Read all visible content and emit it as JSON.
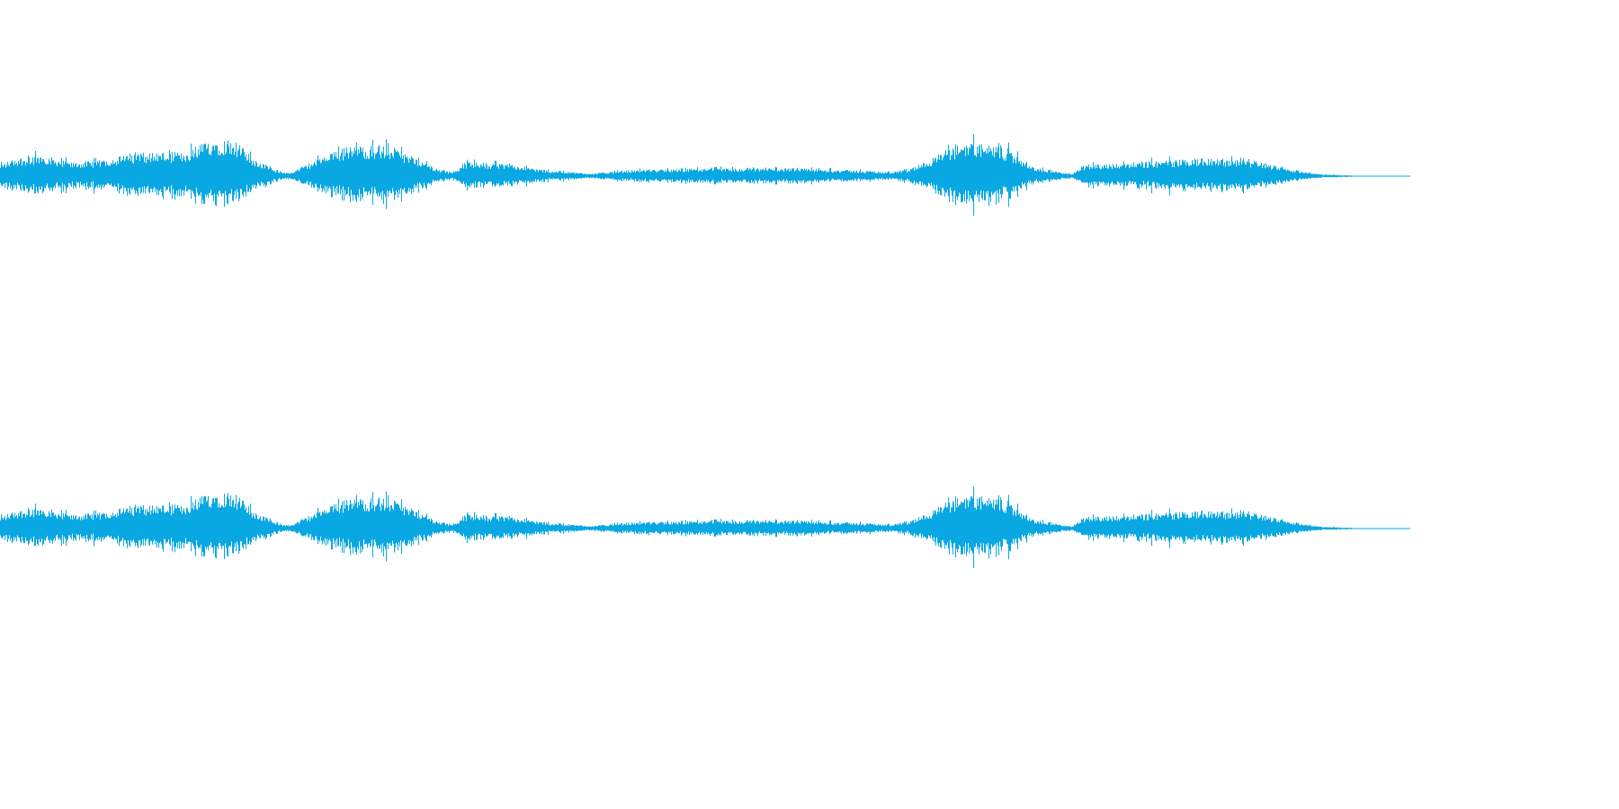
{
  "waveform": {
    "channel_count": 2,
    "color": "#0aa8e2",
    "background": "#ffffff",
    "channels": [
      {
        "id": "channel-1"
      },
      {
        "id": "channel-2"
      }
    ],
    "envelope": [
      [
        0.0,
        0.3
      ],
      [
        0.01,
        0.45
      ],
      [
        0.03,
        0.55
      ],
      [
        0.05,
        0.35
      ],
      [
        0.07,
        0.4
      ],
      [
        0.09,
        0.55
      ],
      [
        0.11,
        0.62
      ],
      [
        0.13,
        0.6
      ],
      [
        0.15,
        0.95
      ],
      [
        0.165,
        0.95
      ],
      [
        0.18,
        0.45
      ],
      [
        0.195,
        0.15
      ],
      [
        0.205,
        0.08
      ],
      [
        0.22,
        0.35
      ],
      [
        0.245,
        0.75
      ],
      [
        0.27,
        0.8
      ],
      [
        0.29,
        0.55
      ],
      [
        0.31,
        0.18
      ],
      [
        0.32,
        0.1
      ],
      [
        0.33,
        0.35
      ],
      [
        0.36,
        0.3
      ],
      [
        0.39,
        0.14
      ],
      [
        0.42,
        0.07
      ],
      [
        0.445,
        0.15
      ],
      [
        0.48,
        0.18
      ],
      [
        0.52,
        0.2
      ],
      [
        0.56,
        0.2
      ],
      [
        0.6,
        0.16
      ],
      [
        0.63,
        0.1
      ],
      [
        0.645,
        0.18
      ],
      [
        0.665,
        0.55
      ],
      [
        0.685,
        0.9
      ],
      [
        0.705,
        0.75
      ],
      [
        0.715,
        0.7
      ],
      [
        0.73,
        0.25
      ],
      [
        0.76,
        0.05
      ],
      [
        0.77,
        0.3
      ],
      [
        0.8,
        0.35
      ],
      [
        0.85,
        0.45
      ],
      [
        0.89,
        0.4
      ],
      [
        0.915,
        0.18
      ],
      [
        0.935,
        0.05
      ],
      [
        0.958,
        0.02
      ],
      [
        0.962,
        0.003
      ],
      [
        1.0,
        0.003
      ]
    ]
  }
}
